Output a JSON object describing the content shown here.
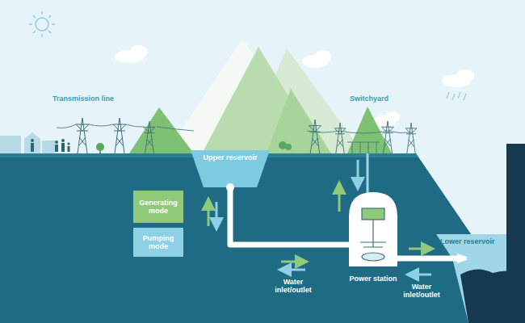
{
  "diagram": {
    "labels": [
      "Transmission line",
      "Upper reservoir",
      "Switchyard",
      "Water inlet/outlet",
      "Power station",
      "Water inlet/outlet",
      "Lower reservoir"
    ],
    "legend": [
      {
        "text": "Generating mode",
        "color": "#8fc97a"
      },
      {
        "text": "Pumping mode",
        "color": "#8ed1e6"
      }
    ]
  }
}
